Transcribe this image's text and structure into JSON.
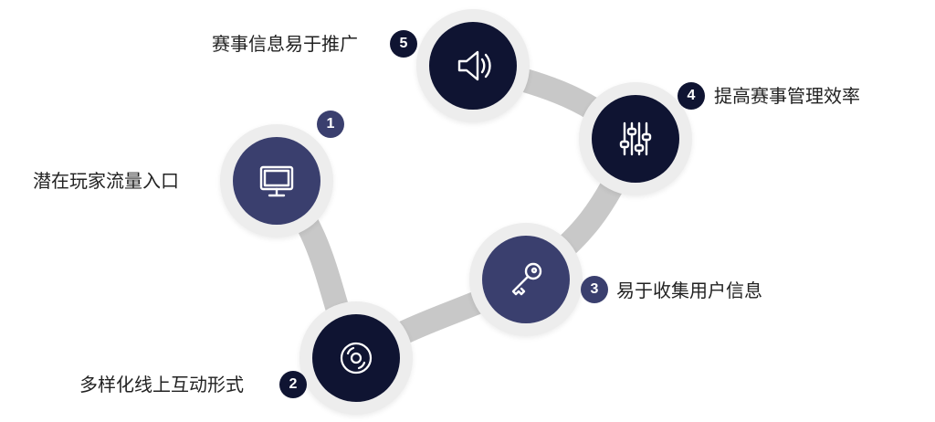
{
  "colors": {
    "dark": "#0f1432",
    "indigo": "#3a3f6e",
    "ring": "#ededed",
    "connector": "#c8c8c8"
  },
  "steps": [
    {
      "number": "1",
      "label": "潜在玩家流量入口",
      "icon": "monitor-icon"
    },
    {
      "number": "2",
      "label": "多样化线上互动形式",
      "icon": "disc-icon"
    },
    {
      "number": "3",
      "label": "易于收集用户信息",
      "icon": "key-icon"
    },
    {
      "number": "4",
      "label": "提高赛事管理效率",
      "icon": "sliders-icon"
    },
    {
      "number": "5",
      "label": "赛事信息易于推广",
      "icon": "speaker-icon"
    }
  ]
}
